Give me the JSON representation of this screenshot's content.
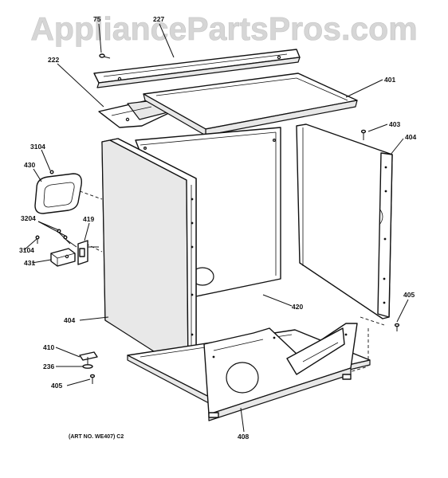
{
  "watermark": {
    "text": "AppliancePartsPros.com"
  },
  "art_number": "(ART NO. WE407) C2",
  "callouts": [
    {
      "id": "c75",
      "text": "75"
    },
    {
      "id": "c227",
      "text": "227"
    },
    {
      "id": "c222",
      "text": "222"
    },
    {
      "id": "c401",
      "text": "401"
    },
    {
      "id": "c403",
      "text": "403"
    },
    {
      "id": "c404r",
      "text": "404"
    },
    {
      "id": "c3104a",
      "text": "3104"
    },
    {
      "id": "c430",
      "text": "430"
    },
    {
      "id": "c3204",
      "text": "3204"
    },
    {
      "id": "c419",
      "text": "419"
    },
    {
      "id": "c3104b",
      "text": "3104"
    },
    {
      "id": "c431",
      "text": "431"
    },
    {
      "id": "c420",
      "text": "420"
    },
    {
      "id": "c405r",
      "text": "405"
    },
    {
      "id": "c404l",
      "text": "404"
    },
    {
      "id": "c410",
      "text": "410"
    },
    {
      "id": "c236",
      "text": "236"
    },
    {
      "id": "c405l",
      "text": "405"
    },
    {
      "id": "c408",
      "text": "408"
    }
  ]
}
